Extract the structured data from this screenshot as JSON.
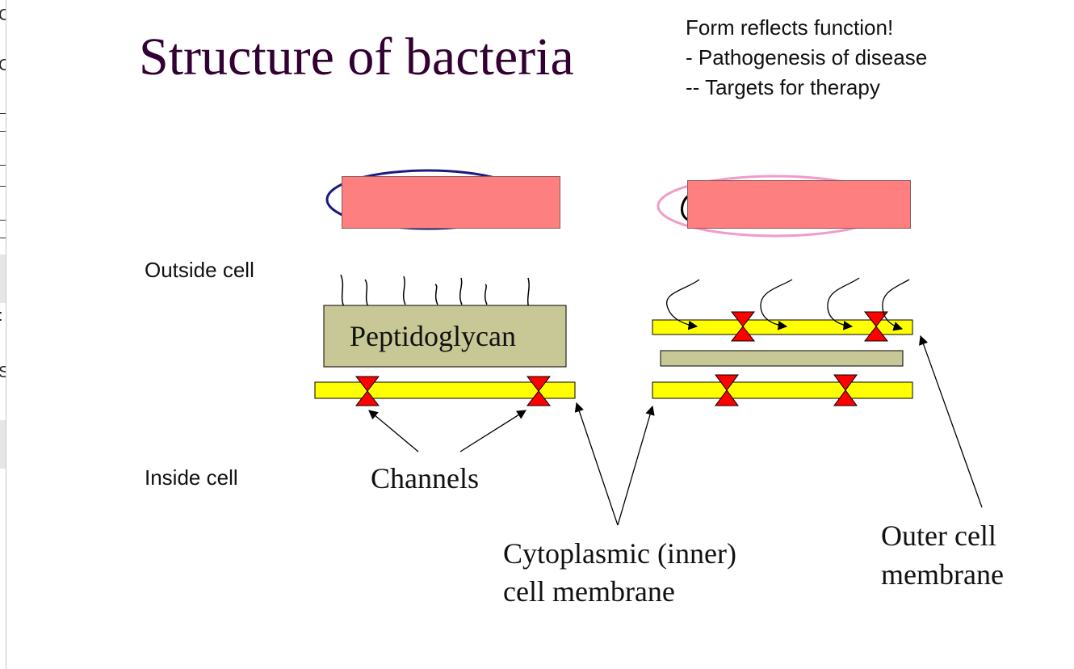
{
  "title": "Structure of bacteria",
  "notes": [
    "Form reflects function!",
    "- Pathogenesis of disease",
    "-- Targets for therapy"
  ],
  "labels": {
    "outside_cell": "Outside cell",
    "inside_cell": "Inside cell",
    "peptidoglycan": "Peptidoglycan",
    "channels": "Channels",
    "inner_membrane": [
      "Cytoplasmic (inner)",
      "cell membrane"
    ],
    "outer_membrane": [
      "Outer cell",
      "membrane"
    ]
  },
  "left_strip_fragments": [
    "C",
    "C",
    ":",
    "S"
  ],
  "colors": {
    "title": "#330033",
    "membrane": "#ffff00",
    "channel": "#ff0000",
    "peptidoglycan": "#c8c896",
    "redaction": "#fe7f7f",
    "oval_left": "#1a1a80",
    "oval_right": "#f29ac8"
  }
}
